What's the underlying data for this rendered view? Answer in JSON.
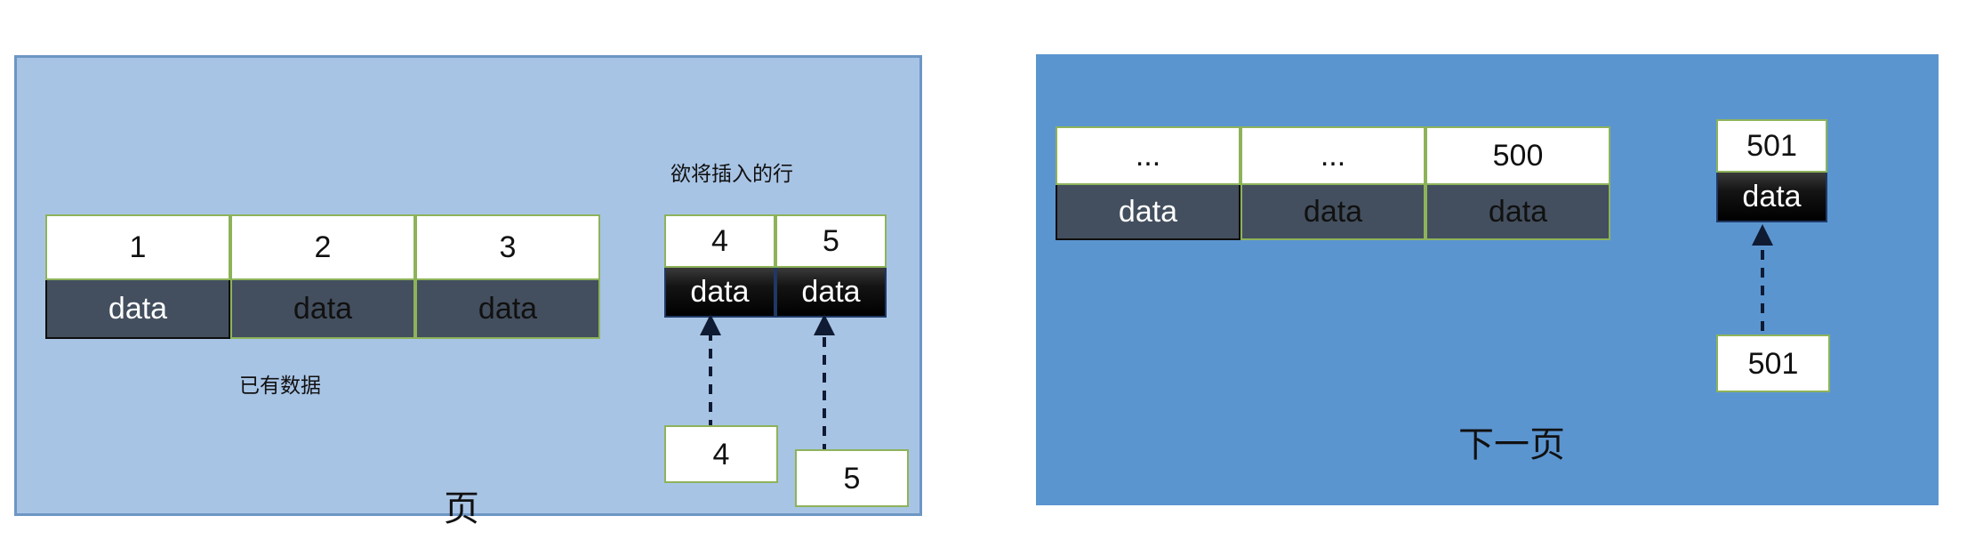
{
  "diagram": {
    "left_panel": {
      "label": "页",
      "existing_note": "已有数据",
      "insert_note": "欲将插入的行",
      "existing_table": {
        "headers": [
          "1",
          "2",
          "3"
        ],
        "data_cells": [
          "data",
          "data",
          "data"
        ]
      },
      "new_rows_table": {
        "headers": [
          "4",
          "5"
        ],
        "data_cells": [
          "data",
          "data"
        ]
      },
      "source_boxes": [
        "4",
        "5"
      ]
    },
    "right_panel": {
      "label": "下一页",
      "existing_table": {
        "headers": [
          "...",
          "...",
          "500"
        ],
        "data_cells": [
          "data",
          "data",
          "data"
        ]
      },
      "new_rows_table": {
        "headers": [
          "501"
        ],
        "data_cells": [
          "data"
        ]
      },
      "source_boxes": [
        "501"
      ]
    },
    "colors": {
      "left_panel_bg": "#a8c4e5",
      "left_panel_border": "#6d96c4",
      "right_panel_bg": "#5b95d0",
      "cell_border_green": "#8db35a",
      "data_cell_slate": "#434f5e",
      "new_data_cell_black": "#000000",
      "arrow": "#1f3864"
    }
  }
}
